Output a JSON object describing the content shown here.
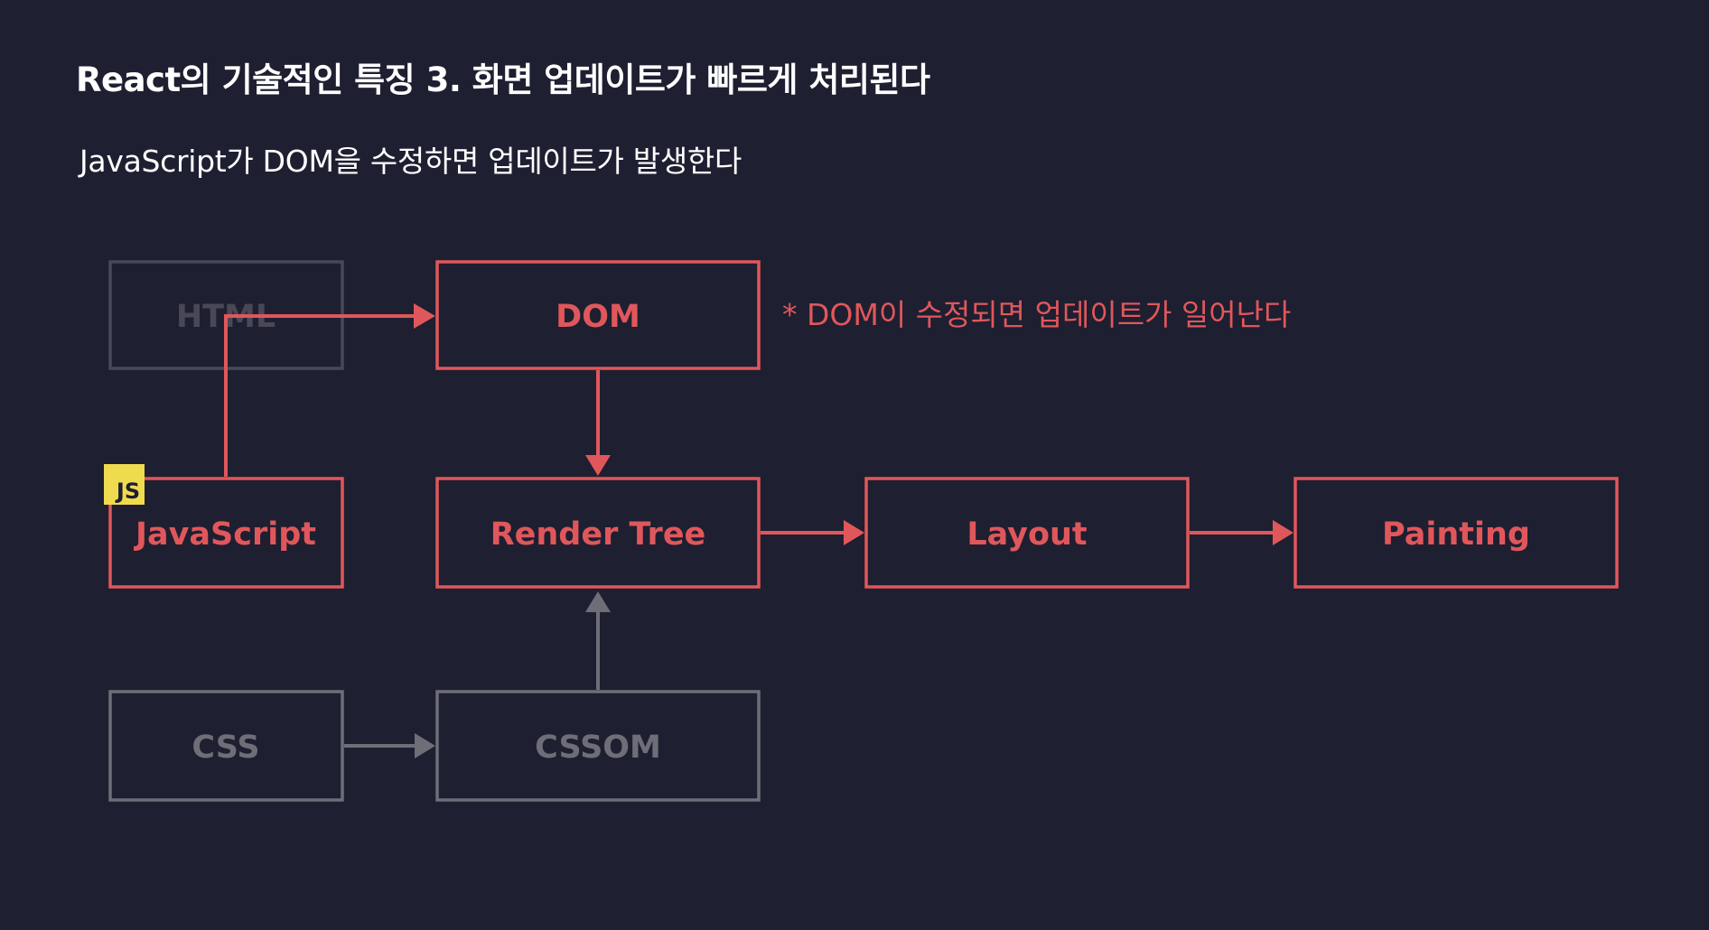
{
  "title": "React의 기술적인 특징 3. 화면 업데이트가 빠르게 처리된다",
  "subtitle": "JavaScript가 DOM을 수정하면 업데이트가 발생한다",
  "colors": {
    "background": "#1e1f31",
    "active": "#e0575b",
    "inactive": "#6e6e78",
    "faded": "#484856",
    "js_badge": "#f0db4f",
    "js_badge_text": "#1e1f31",
    "text": "#ffffff"
  },
  "diagram": {
    "nodes": {
      "html": {
        "label": "HTML",
        "state": "faded"
      },
      "dom": {
        "label": "DOM",
        "state": "active"
      },
      "javascript": {
        "label": "JavaScript",
        "state": "active",
        "badge": "JS"
      },
      "render_tree": {
        "label": "Render Tree",
        "state": "active"
      },
      "layout": {
        "label": "Layout",
        "state": "active"
      },
      "painting": {
        "label": "Painting",
        "state": "active"
      },
      "css": {
        "label": "CSS",
        "state": "inactive"
      },
      "cssom": {
        "label": "CSSOM",
        "state": "inactive"
      }
    },
    "edges": [
      {
        "from": "javascript",
        "to": "dom",
        "state": "active"
      },
      {
        "from": "dom",
        "to": "render_tree",
        "state": "active"
      },
      {
        "from": "render_tree",
        "to": "layout",
        "state": "active"
      },
      {
        "from": "layout",
        "to": "painting",
        "state": "active"
      },
      {
        "from": "css",
        "to": "cssom",
        "state": "inactive"
      },
      {
        "from": "cssom",
        "to": "render_tree",
        "state": "inactive"
      }
    ],
    "note": "* DOM이 수정되면 업데이트가 일어난다"
  }
}
